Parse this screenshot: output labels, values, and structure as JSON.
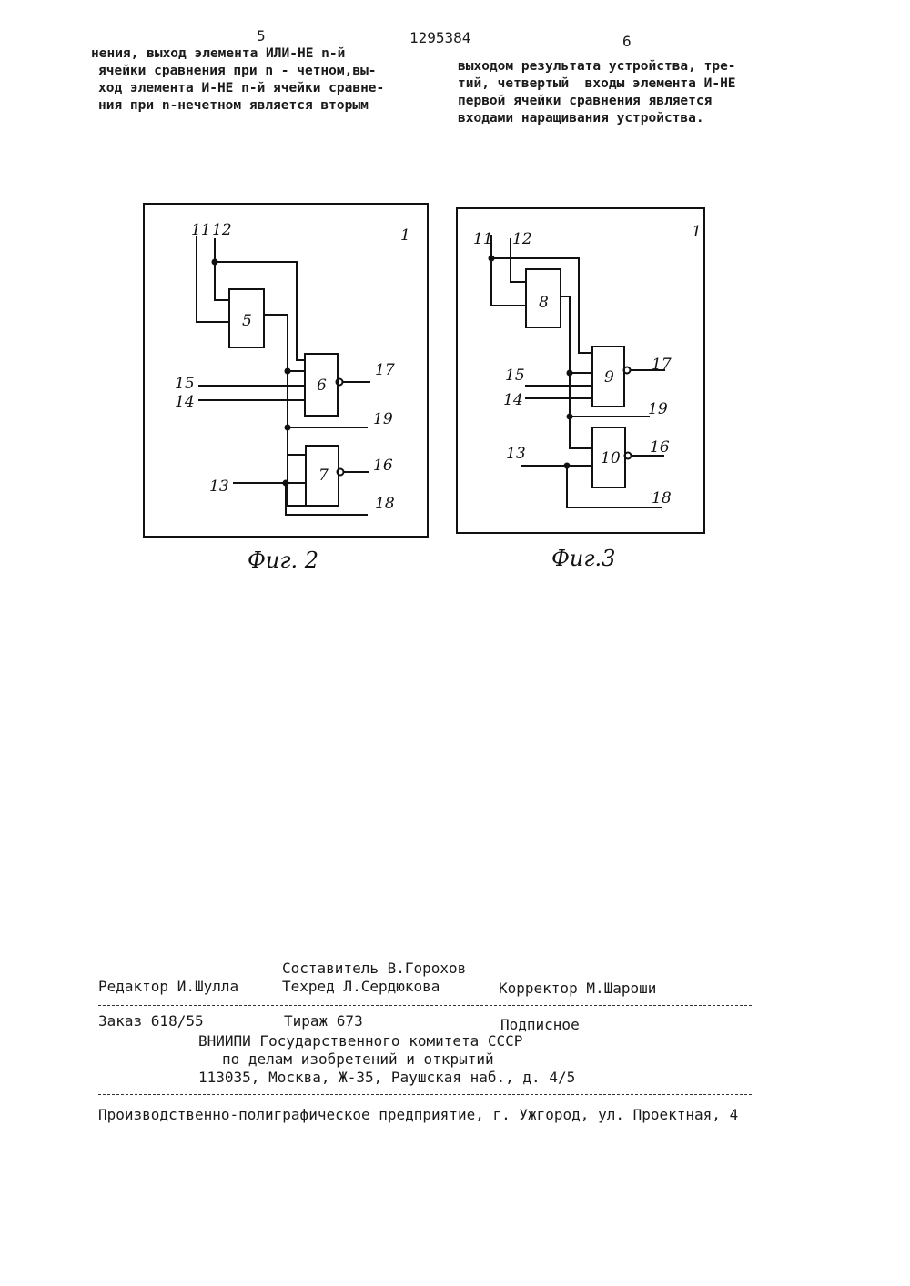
{
  "header": {
    "left_page": "5",
    "patent_number": "1295384",
    "right_page": "6"
  },
  "text_left": [
    "нения, выход элемента ИЛИ-НЕ n-й",
    "ячейки сравнения при n - четном,вы-",
    "ход элемента И-НЕ n-й ячейки сравне-",
    "ния при n-нечетном является вторым"
  ],
  "text_right": [
    "выходом результата устройства, тре-",
    "тий, четвертый  входы элемента И-НЕ",
    "первой ячейки сравнения является",
    "входами наращивания устройства."
  ],
  "fig2": {
    "caption": "Фиг. 2",
    "cell": "1",
    "gates": [
      "5",
      "6",
      "7"
    ],
    "labels": [
      "11",
      "12",
      "15",
      "14",
      "13",
      "17",
      "19",
      "16",
      "18"
    ]
  },
  "fig3": {
    "caption": "Фиг.3",
    "cell": "1",
    "gates": [
      "8",
      "9",
      "10"
    ],
    "labels": [
      "11",
      "12",
      "15",
      "14",
      "13",
      "17",
      "19",
      "16",
      "18"
    ]
  },
  "imprint": {
    "compiler": "Составитель В.Горохов",
    "editor": "Редактор И.Шулла",
    "techred": "Техред Л.Сердюкова",
    "corrector": "Корректор М.Шароши",
    "order": "Заказ 618/55",
    "circulation": "Тираж 673",
    "subscription": "Подписное",
    "org_line1": "ВНИИПИ Государственного комитета СССР",
    "org_line2": "по делам изобретений и открытий",
    "org_line3": "113035, Москва, Ж-35, Раушская наб., д. 4/5",
    "printer": "Производственно-полиграфическое предприятие, г. Ужгород, ул. Проектная, 4"
  }
}
